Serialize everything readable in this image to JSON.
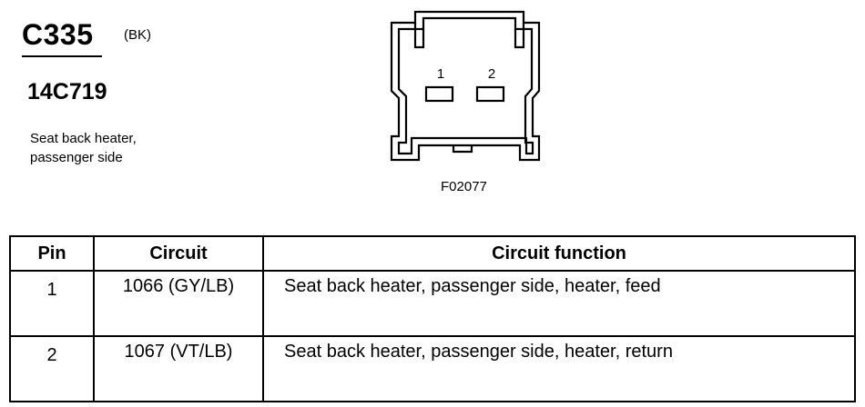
{
  "connector": {
    "id": "C335",
    "color_code": "(BK)",
    "part_number": "14C719",
    "description_lines": [
      "Seat back heater,",
      "passenger side"
    ]
  },
  "diagram": {
    "pin_labels": [
      "1",
      "2"
    ],
    "figure_id": "F02077"
  },
  "table": {
    "headers": {
      "pin": "Pin",
      "circuit": "Circuit",
      "function": "Circuit function"
    },
    "rows": [
      {
        "pin": "1",
        "circuit": "1066 (GY/LB)",
        "function": "Seat back heater, passenger side, heater, feed"
      },
      {
        "pin": "2",
        "circuit": "1067 (VT/LB)",
        "function": "Seat back heater, passenger side, heater, return"
      }
    ]
  }
}
